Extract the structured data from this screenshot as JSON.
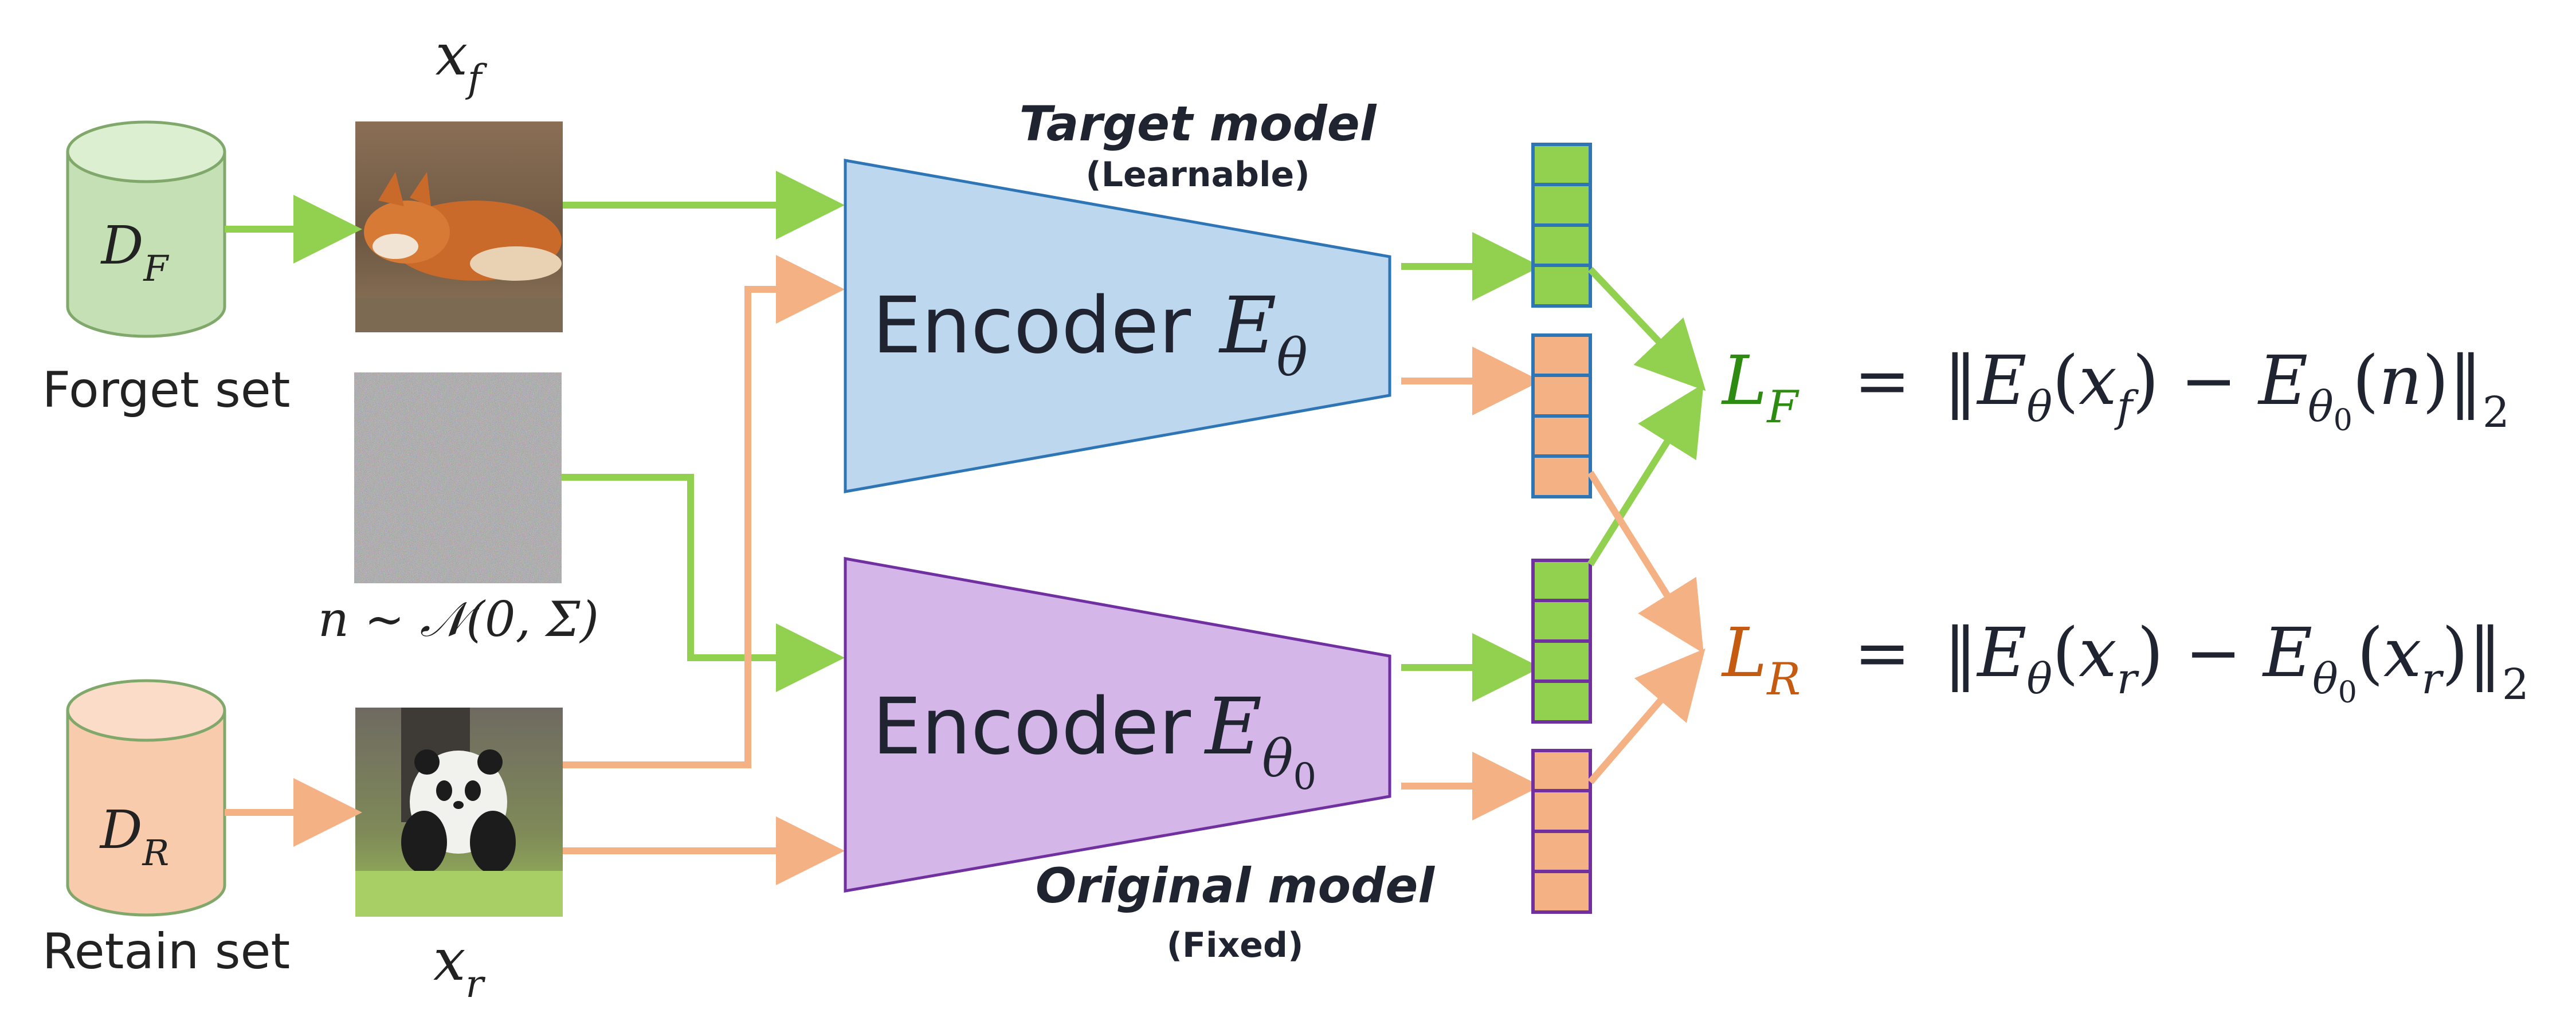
{
  "datasets": {
    "forget": {
      "symbol": "D",
      "subscript": "F",
      "label": "Forget set",
      "color": "#c5e0b4"
    },
    "retain": {
      "symbol": "D",
      "subscript": "R",
      "label": "Retain set",
      "color": "#f8cbad"
    }
  },
  "inputs": {
    "forget_image_label": {
      "base": "x",
      "sub": "f"
    },
    "retain_image_label": {
      "base": "x",
      "sub": "r"
    },
    "noise_label": "n ~ 𝒩(0, Σ)"
  },
  "models": {
    "target": {
      "title": "Target model",
      "subtitle": "(Learnable)",
      "encoder_text": "Encoder",
      "encoder_symbol": "E",
      "encoder_sub": "θ",
      "fill": "#bdd7ee",
      "stroke": "#2e75b6"
    },
    "original": {
      "title": "Original model",
      "subtitle": "(Fixed)",
      "encoder_text": "Encoder",
      "encoder_symbol": "E",
      "encoder_sub": "θ",
      "encoder_subsub": "0",
      "fill": "#d5b6e8",
      "stroke": "#7030a0"
    }
  },
  "losses": {
    "forget": {
      "symbol": "L",
      "subscript": "F",
      "color": "#2e8b12",
      "formula": "= ‖E_θ(x_f) − E_θ₀(n)‖₂",
      "parts": {
        "eq": "=",
        "lhs_arg": "x",
        "lhs_arg_sub": "f",
        "rhs_arg": "n"
      }
    },
    "retain": {
      "symbol": "L",
      "subscript": "R",
      "color": "#c55a11",
      "formula": "= ‖E_θ(x_r) − E_θ₀(x_r)‖₂",
      "parts": {
        "eq": "=",
        "lhs_arg": "x",
        "lhs_arg_sub": "r",
        "rhs_arg": "x",
        "rhs_arg_sub": "r"
      }
    }
  },
  "colors": {
    "green_arrow": "#92d050",
    "orange_arrow": "#f4b183",
    "feature_green": "#92d050",
    "feature_orange": "#f4b183"
  }
}
